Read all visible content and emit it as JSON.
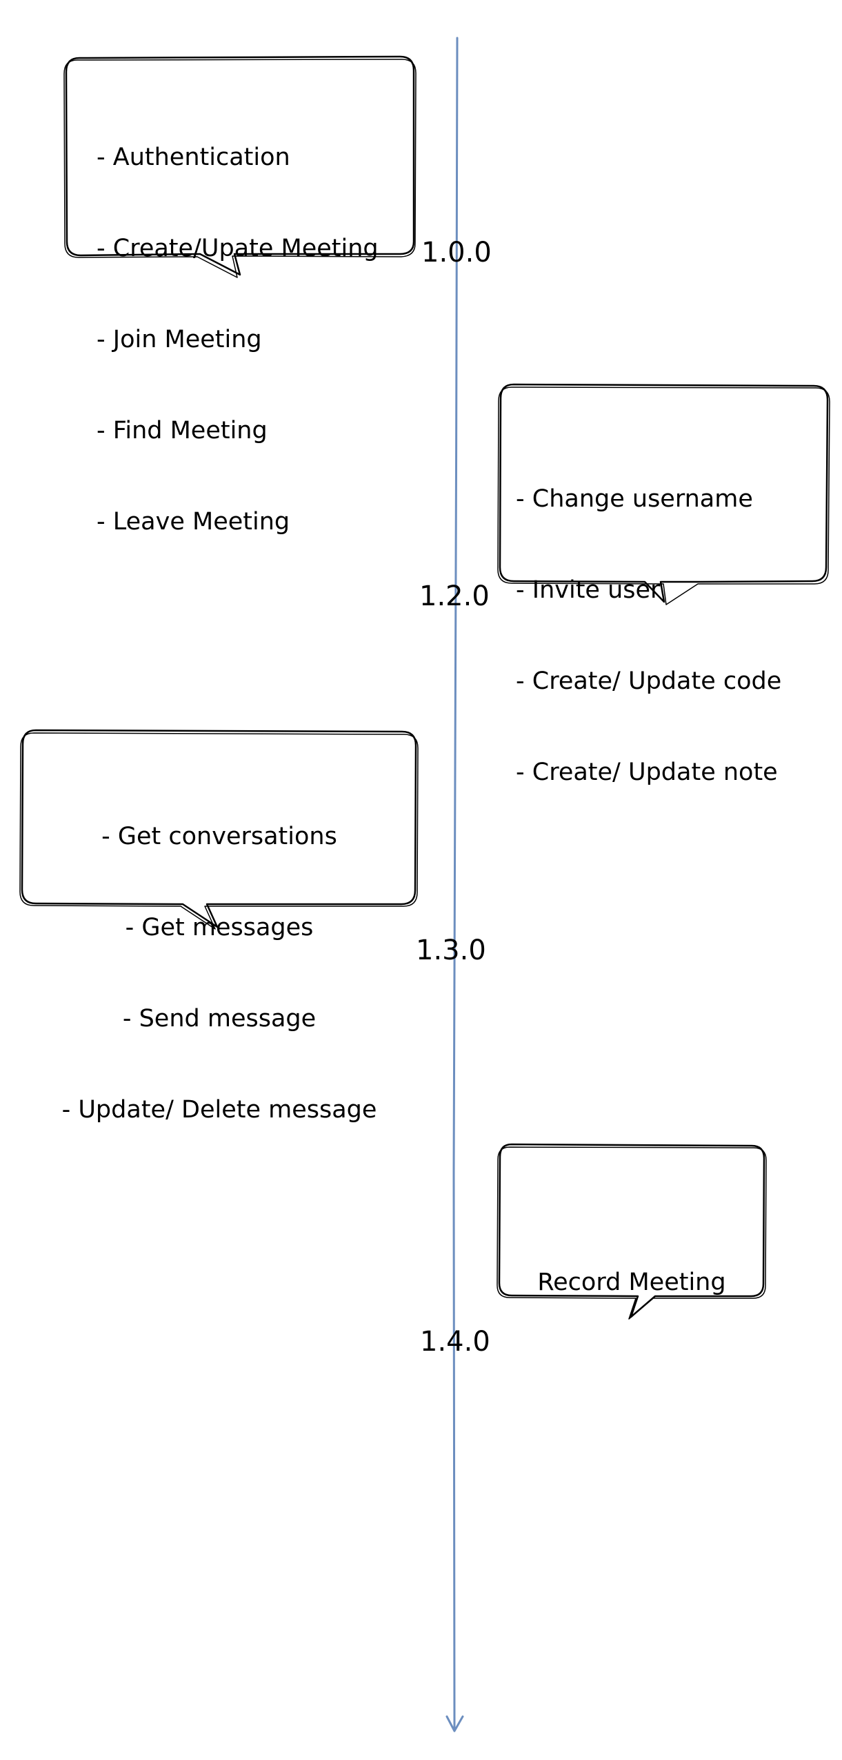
{
  "timeline": {
    "line_color": "#6C8EBF",
    "arrow_icon": "open-arrow-down-icon"
  },
  "milestones": [
    {
      "version": "1.0.0",
      "features": [
        "- Authentication",
        "- Create/Upate Meeting",
        "- Join Meeting",
        "- Find Meeting",
        "- Leave Meeting"
      ]
    },
    {
      "version": "1.2.0",
      "features": [
        "- Change username",
        "- Invite user",
        "- Create/ Update code",
        "- Create/ Update note"
      ]
    },
    {
      "version": "1.3.0",
      "features": [
        "- Get conversations",
        "- Get messages",
        "- Send message",
        "- Update/ Delete message"
      ]
    },
    {
      "version": "1.4.0",
      "features": [
        "Record Meeting"
      ]
    }
  ]
}
